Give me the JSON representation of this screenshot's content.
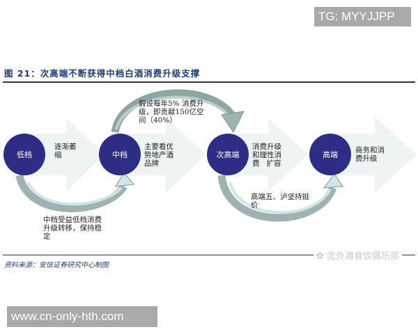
{
  "badges": {
    "top_right": "TG: MYYJJPP",
    "bottom_left": "www.cn-only-hth.com"
  },
  "figure": {
    "title": "图 21：次高端不断获得中档白酒消费升级支撑",
    "source": "资料来源：安信证券研究中心制图",
    "watermark": "北外滩食饮俱乐部"
  },
  "colors": {
    "circle": "#2e2d86",
    "big_arrow": "#eef3f4",
    "curve_arrow_dark": "#8fa5a3",
    "curve_arrow_light": "#cde6e6",
    "title": "#1f3a7a"
  },
  "stages": [
    {
      "label": "低档",
      "note": "逐渐萎缩"
    },
    {
      "label": "中档",
      "note": "主要看优势地产酒品牌"
    },
    {
      "label": "次高端",
      "note": "消费升级和理性消费 扩容"
    },
    {
      "label": "高端",
      "note": "商务和消费升级"
    }
  ],
  "stage_notes_lines": [
    [
      "逐渐萎",
      "缩"
    ],
    [
      "主要看优",
      "势地产酒",
      "品牌"
    ],
    [
      "消费升级",
      "和理性消",
      "费   扩容"
    ],
    [
      "商务和消",
      "费升级"
    ]
  ],
  "curve_notes": {
    "top_arc": [
      "假设每年5% 消费升",
      "级，即贡献150亿空",
      "间（40%）"
    ],
    "bottom_left_arc": [
      "中档受益低档消费",
      "升级转移，保持稳",
      "定"
    ],
    "bottom_right_arc": [
      "高端五、泸坚持挺",
      "价"
    ]
  }
}
